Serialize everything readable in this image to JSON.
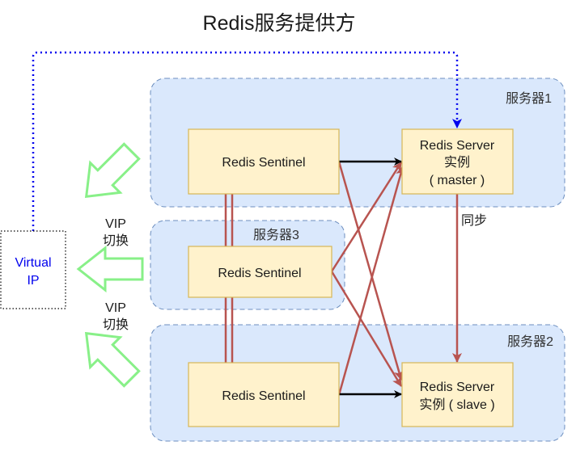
{
  "title": "Redis服务提供方",
  "colors": {
    "group_fill": "#dae8fc",
    "group_stroke": "#6c8ebf",
    "node_fill": "#fff2cc",
    "node_stroke": "#d6b656",
    "red_link": "#b85450",
    "blue_link": "#0000ee",
    "green_arrow": "#88f088",
    "black_arrow": "#000000"
  },
  "groups": {
    "server1": "服务器1",
    "server2": "服务器2",
    "server3": "服务器3"
  },
  "nodes": {
    "sentinel1": "Redis Sentinel",
    "sentinel2": "Redis Sentinel",
    "sentinel3": "Redis Sentinel",
    "master": [
      "Redis Server",
      "实例",
      "( master )"
    ],
    "slave": [
      "Redis Server",
      "实例 ( slave )"
    ],
    "virtual_ip": [
      "Virtual",
      "IP"
    ]
  },
  "labels": {
    "sync": "同步",
    "vip_switch_1": [
      "VIP",
      "切换"
    ],
    "vip_switch_2": [
      "VIP",
      "切换"
    ]
  }
}
